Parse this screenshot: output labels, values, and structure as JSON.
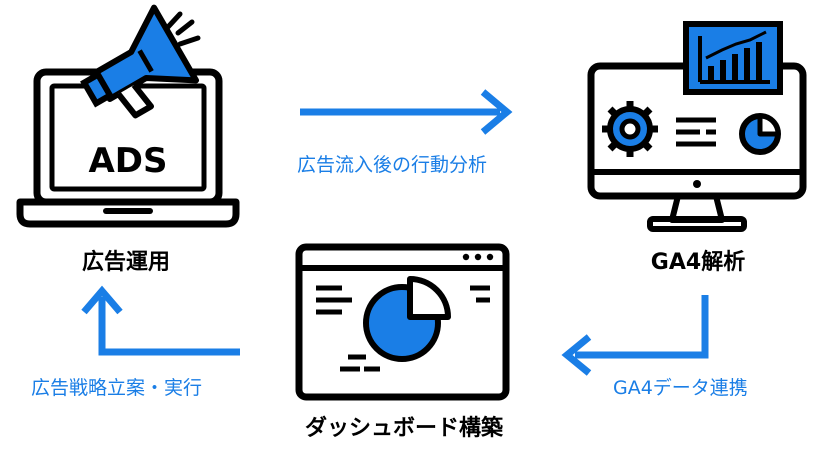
{
  "nodes": {
    "ads": {
      "label": "広告運用",
      "screen_text": "ADS"
    },
    "ga4": {
      "label": "GA4解析"
    },
    "dashboard": {
      "label": "ダッシュボード構築"
    }
  },
  "edges": {
    "ads_to_ga4": "広告流入後の行動分析",
    "ga4_to_dashboard": "GA4データ連携",
    "dashboard_to_ads": "広告戦略立案・実行"
  },
  "colors": {
    "accent": "#1a7ee6",
    "ink": "#000000",
    "background": "#ffffff"
  },
  "icons": {
    "ads": "laptop-megaphone-icon",
    "ga4": "monitor-analytics-icon",
    "dashboard": "browser-pie-chart-icon"
  }
}
